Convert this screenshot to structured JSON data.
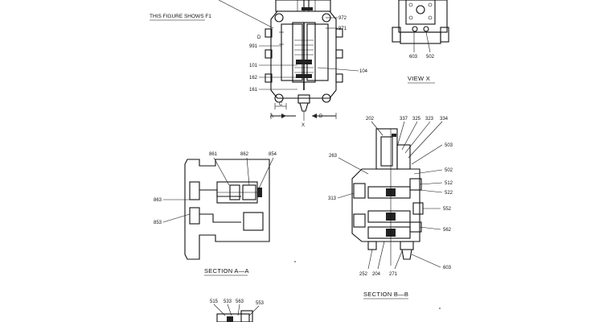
{
  "header": {
    "note": "THIS FIGURE SHOWS  F1"
  },
  "captions": {
    "view_x": "VIEW   X",
    "section_aa": "SECTION   A—A",
    "section_bb": "SECTION   B—B"
  },
  "cut_marks": {
    "d": "D",
    "c": "C",
    "a": "A",
    "b": "B",
    "x": "X"
  },
  "part_numbers": {
    "n972": "972",
    "n971": "971",
    "n991": "991",
    "n101": "101",
    "n104": "104",
    "n162": "162",
    "n161": "161",
    "vx603": "603",
    "vx502": "502",
    "a861": "861",
    "a862": "862",
    "a854": "854",
    "a863": "863",
    "a853": "853",
    "b202": "202",
    "b337": "337",
    "b325": "325",
    "b323": "323",
    "b334": "334",
    "b263": "263",
    "b503": "503",
    "b502": "502",
    "b512": "512",
    "b522": "522",
    "b313": "313",
    "b552": "552",
    "b562": "562",
    "b252": "252",
    "b204": "204",
    "b271": "271",
    "b603": "603",
    "c515": "515",
    "c533": "533",
    "c563": "563",
    "c553": "553"
  }
}
